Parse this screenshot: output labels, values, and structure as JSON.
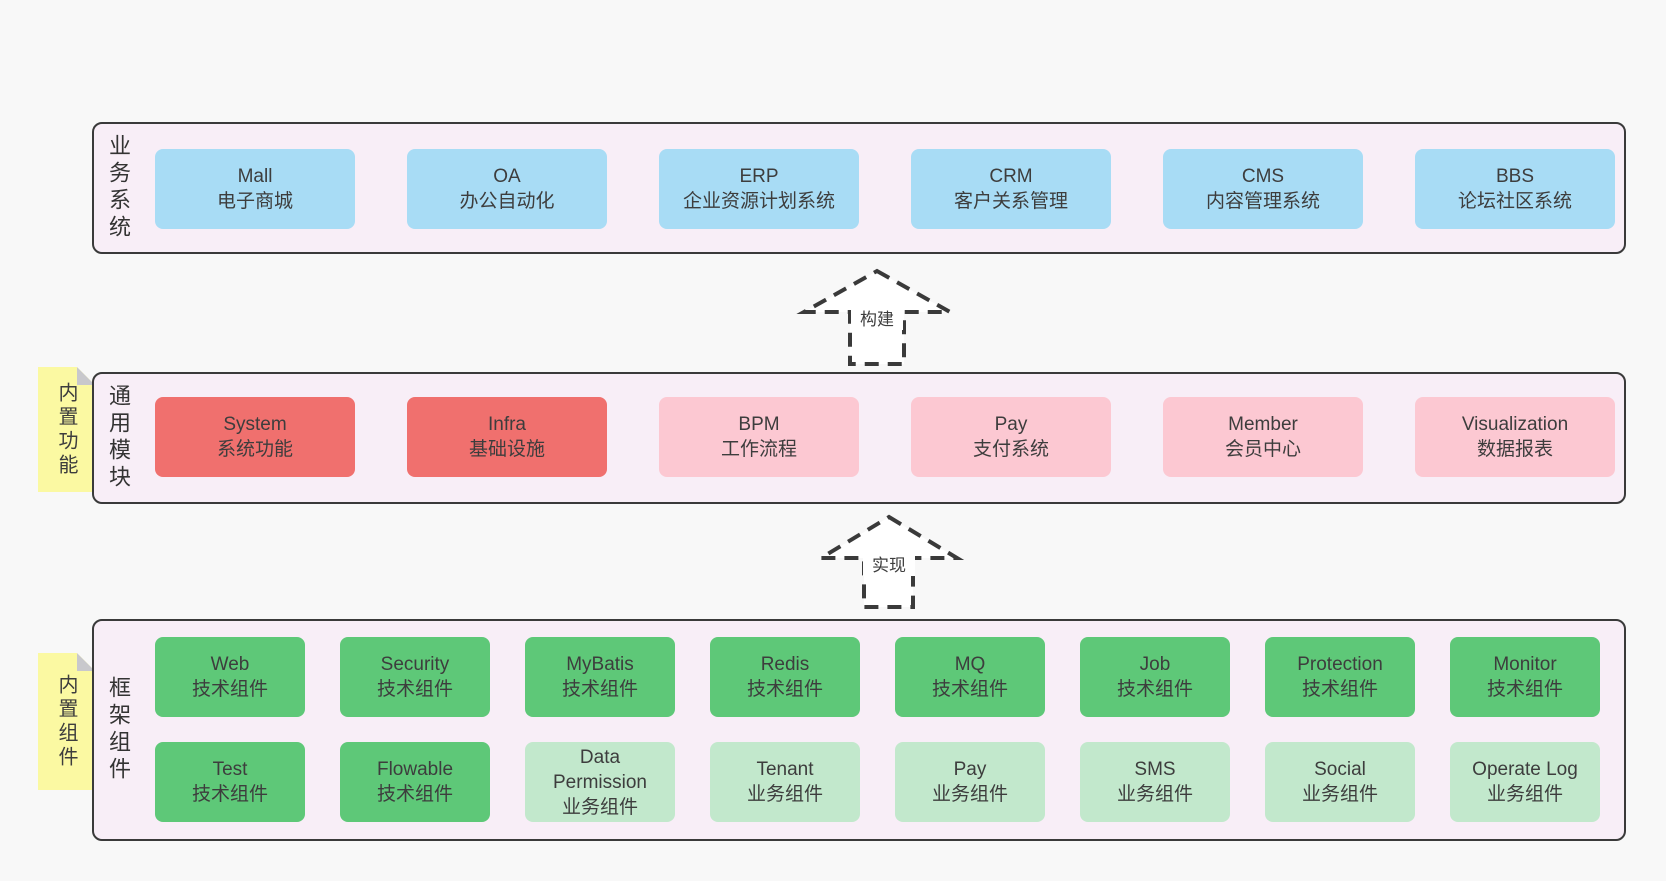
{
  "colors": {
    "page_bg": "#f8f8f8",
    "panel_bg": "#f8eef7",
    "panel_border": "#3a3a3a",
    "blue_box": "#a8dcf5",
    "red_box": "#f0706e",
    "pink_box": "#fcc8d2",
    "green_box": "#5ec878",
    "light_green_box": "#c2e8cc",
    "sticky_yellow": "#fbf9a2",
    "sticky_fold": "#c8c8cc",
    "text": "#3d3d3d"
  },
  "stickies": [
    {
      "label": "内置功能"
    },
    {
      "label": "内置组件"
    }
  ],
  "arrows": [
    {
      "label": "构建"
    },
    {
      "label": "实现"
    }
  ],
  "layers": {
    "business": {
      "label": "业务系统",
      "items": [
        {
          "title": "Mall",
          "subtitle": "电子商城"
        },
        {
          "title": "OA",
          "subtitle": "办公自动化"
        },
        {
          "title": "ERP",
          "subtitle": "企业资源计划系统"
        },
        {
          "title": "CRM",
          "subtitle": "客户关系管理"
        },
        {
          "title": "CMS",
          "subtitle": "内容管理系统"
        },
        {
          "title": "BBS",
          "subtitle": "论坛社区系统"
        }
      ]
    },
    "modules": {
      "label": "通用模块",
      "items": [
        {
          "title": "System",
          "subtitle": "系统功能",
          "variant": "red"
        },
        {
          "title": "Infra",
          "subtitle": "基础设施",
          "variant": "red"
        },
        {
          "title": "BPM",
          "subtitle": "工作流程",
          "variant": "pink"
        },
        {
          "title": "Pay",
          "subtitle": "支付系统",
          "variant": "pink"
        },
        {
          "title": "Member",
          "subtitle": "会员中心",
          "variant": "pink"
        },
        {
          "title": "Visualization",
          "subtitle": "数据报表",
          "variant": "pink"
        }
      ]
    },
    "components": {
      "label": "框架组件",
      "row1": [
        {
          "title": "Web",
          "subtitle": "技术组件",
          "variant": "green"
        },
        {
          "title": "Security",
          "subtitle": "技术组件",
          "variant": "green"
        },
        {
          "title": "MyBatis",
          "subtitle": "技术组件",
          "variant": "green"
        },
        {
          "title": "Redis",
          "subtitle": "技术组件",
          "variant": "green"
        },
        {
          "title": "MQ",
          "subtitle": "技术组件",
          "variant": "green"
        },
        {
          "title": "Job",
          "subtitle": "技术组件",
          "variant": "green"
        },
        {
          "title": "Protection",
          "subtitle": "技术组件",
          "variant": "green"
        },
        {
          "title": "Monitor",
          "subtitle": "技术组件",
          "variant": "green"
        }
      ],
      "row2": [
        {
          "title": "Test",
          "subtitle": "技术组件",
          "variant": "green"
        },
        {
          "title": "Flowable",
          "subtitle": "技术组件",
          "variant": "green"
        },
        {
          "title": "Data Permission",
          "subtitle": "业务组件",
          "variant": "lightgreen"
        },
        {
          "title": "Tenant",
          "subtitle": "业务组件",
          "variant": "lightgreen"
        },
        {
          "title": "Pay",
          "subtitle": "业务组件",
          "variant": "lightgreen"
        },
        {
          "title": "SMS",
          "subtitle": "业务组件",
          "variant": "lightgreen"
        },
        {
          "title": "Social",
          "subtitle": "业务组件",
          "variant": "lightgreen"
        },
        {
          "title": "Operate Log",
          "subtitle": "业务组件",
          "variant": "lightgreen"
        }
      ]
    }
  }
}
